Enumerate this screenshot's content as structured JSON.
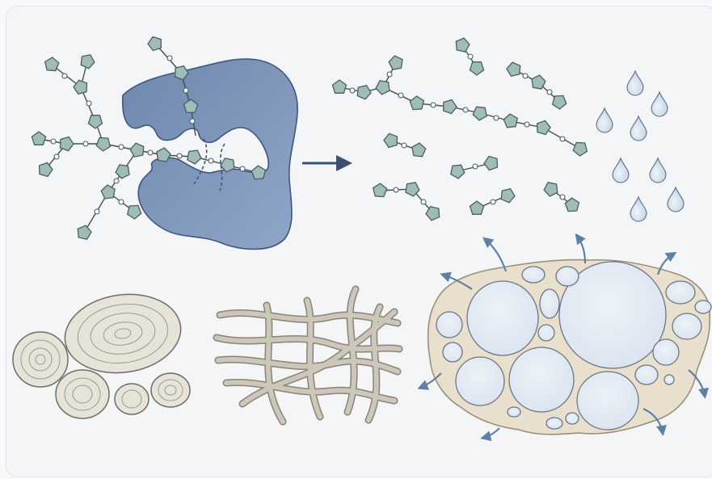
{
  "figure": {
    "panels": [
      {
        "id": "enzyme-digestion",
        "label": ""
      },
      {
        "id": "digestion-products",
        "label": ""
      },
      {
        "id": "starch-granules",
        "label": ""
      },
      {
        "id": "fiber-network",
        "label": ""
      },
      {
        "id": "porous-matrix",
        "label": ""
      }
    ]
  },
  "colors": {
    "background": "#f4f5f6",
    "enzyme": "#7790b6",
    "enzyme_outline": "#3e5680",
    "sugar_unit": "#9fbcb7",
    "sugar_outline": "#4a5e63",
    "water_drop": "#d7e5f1",
    "arrow": "#3b4f72",
    "granule": "#e6e3d9",
    "fiber": "#c9c3b7",
    "matrix": "#e8dfcc",
    "pore": "#e8eef5",
    "escape_arrow": "#5f80a6"
  },
  "icons": {
    "sugar_unit": "pentagon-icon",
    "water": "water-drop-icon",
    "process_arrow": "arrow-right-icon",
    "escape_arrow": "curved-arrow-icon"
  }
}
